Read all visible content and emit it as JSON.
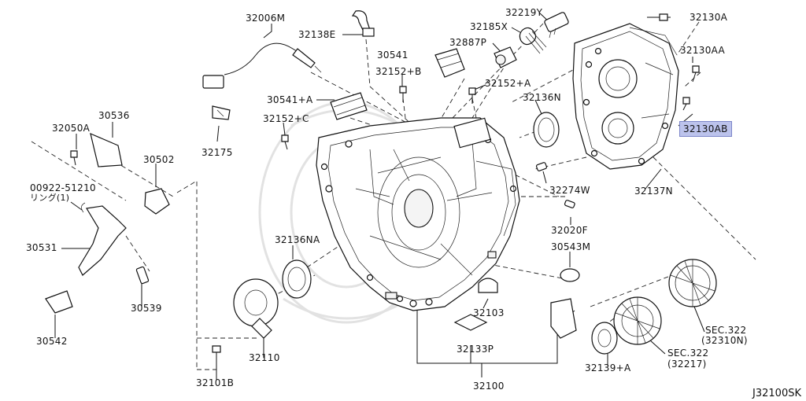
{
  "diagram": {
    "reference_code": "J32100SK",
    "highlighted_part": "32130AB",
    "highlight_color": "#bcc3ec",
    "callouts": [
      {
        "id": "c-32006m",
        "text": "32006M"
      },
      {
        "id": "c-32138e",
        "text": "32138E"
      },
      {
        "id": "c-32219y",
        "text": "32219Y"
      },
      {
        "id": "c-32185x",
        "text": "32185X"
      },
      {
        "id": "c-32130a",
        "text": "32130A"
      },
      {
        "id": "c-32887p",
        "text": "32887P"
      },
      {
        "id": "c-30541",
        "text": "30541"
      },
      {
        "id": "c-32130aa",
        "text": "32130AA"
      },
      {
        "id": "c-32152b",
        "text": "32152+B"
      },
      {
        "id": "c-32152a",
        "text": "32152+A"
      },
      {
        "id": "c-30541a",
        "text": "30541+A"
      },
      {
        "id": "c-32136n",
        "text": "32136N"
      },
      {
        "id": "c-32130ab",
        "text": "32130AB"
      },
      {
        "id": "c-32050a",
        "text": "32050A"
      },
      {
        "id": "c-30536",
        "text": "30536"
      },
      {
        "id": "c-32152c",
        "text": "32152+C"
      },
      {
        "id": "c-32175",
        "text": "32175"
      },
      {
        "id": "c-30502",
        "text": "30502"
      },
      {
        "id": "c-00922",
        "text": "00922-51210"
      },
      {
        "id": "c-ring",
        "text": "リング(1)"
      },
      {
        "id": "c-32274w",
        "text": "32274W"
      },
      {
        "id": "c-32137n",
        "text": "32137N"
      },
      {
        "id": "c-30531",
        "text": "30531"
      },
      {
        "id": "c-32020f",
        "text": "32020F"
      },
      {
        "id": "c-32136na",
        "text": "32136NA"
      },
      {
        "id": "c-30543m",
        "text": "30543M"
      },
      {
        "id": "c-30539",
        "text": "30539"
      },
      {
        "id": "c-30542",
        "text": "30542"
      },
      {
        "id": "c-32103",
        "text": "32103"
      },
      {
        "id": "c-sec322a",
        "text": "SEC.322"
      },
      {
        "id": "c-32310n",
        "text": "(32310N)"
      },
      {
        "id": "c-32133p",
        "text": "32133P"
      },
      {
        "id": "c-sec322b",
        "text": "SEC.322"
      },
      {
        "id": "c-32217",
        "text": "(32217)"
      },
      {
        "id": "c-32110",
        "text": "32110"
      },
      {
        "id": "c-32139a",
        "text": "32139+A"
      },
      {
        "id": "c-32101b",
        "text": "32101B"
      },
      {
        "id": "c-32100",
        "text": "32100"
      }
    ]
  }
}
